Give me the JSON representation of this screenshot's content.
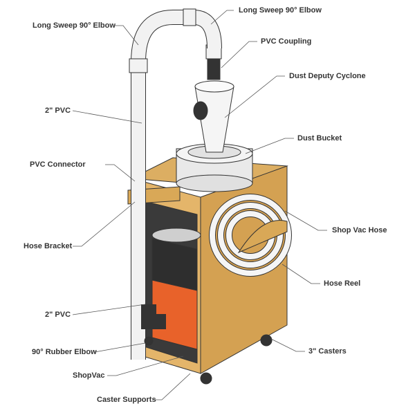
{
  "labels": {
    "elbow_left": "Long Sweep 90° Elbow",
    "elbow_right": "Long Sweep 90° Elbow",
    "pvc_coupling": "PVC Coupling",
    "cyclone": "Dust Deputy Cyclone",
    "dust_bucket": "Dust Bucket",
    "pvc_upper": "2\" PVC",
    "pvc_connector": "PVC Connector",
    "hose_bracket": "Hose Bracket",
    "shop_vac_hose": "Shop Vac Hose",
    "hose_reel": "Hose Reel",
    "pvc_lower": "2\" PVC",
    "rubber_elbow": "90° Rubber Elbow",
    "casters": "3\" Casters",
    "shopvac": "ShopVac",
    "caster_supports": "Caster Supports"
  },
  "colors": {
    "wood": "#d9a857",
    "wood_dark": "#b98a3e",
    "pvc": "#f2f2f2",
    "shopvac": "#e8622a",
    "label": "#333333"
  }
}
